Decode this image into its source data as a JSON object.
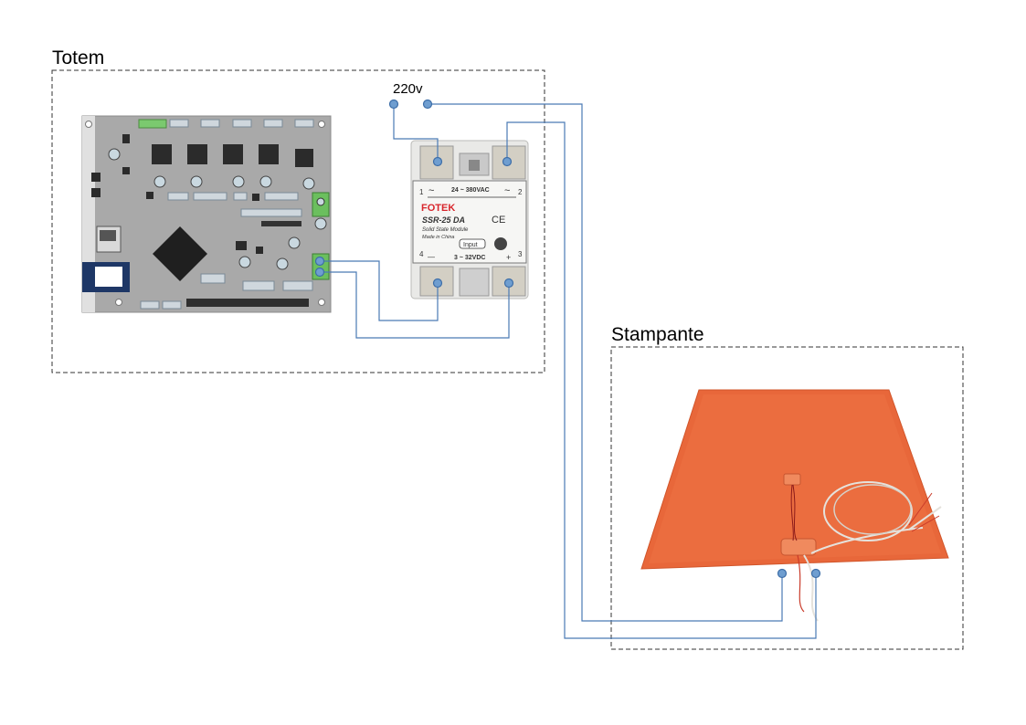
{
  "groups": {
    "totem": {
      "label": "Totem"
    },
    "stampante": {
      "label": "Stampante"
    }
  },
  "power": {
    "label": "220v"
  },
  "ssr": {
    "brand": "FOTEK",
    "model": "SSR-25 DA",
    "subtitle": "Solid State Module",
    "origin": "Made in China",
    "ac_range": "24 ~ 380VAC",
    "dc_range": "3 ~ 32VDC",
    "input_label": "Input",
    "ce_mark": "CE",
    "pin1": "1",
    "pin2": "2",
    "pin3": "3",
    "pin4": "4",
    "tilde_left": "~",
    "tilde_right": "~",
    "minus": "—",
    "plus": "+"
  },
  "colors": {
    "wire": "#4a7ab5",
    "terminal": "#6f9ed0",
    "board": "#a8a8a8",
    "heatbed": "#e8673a",
    "group_border": "#333333"
  }
}
